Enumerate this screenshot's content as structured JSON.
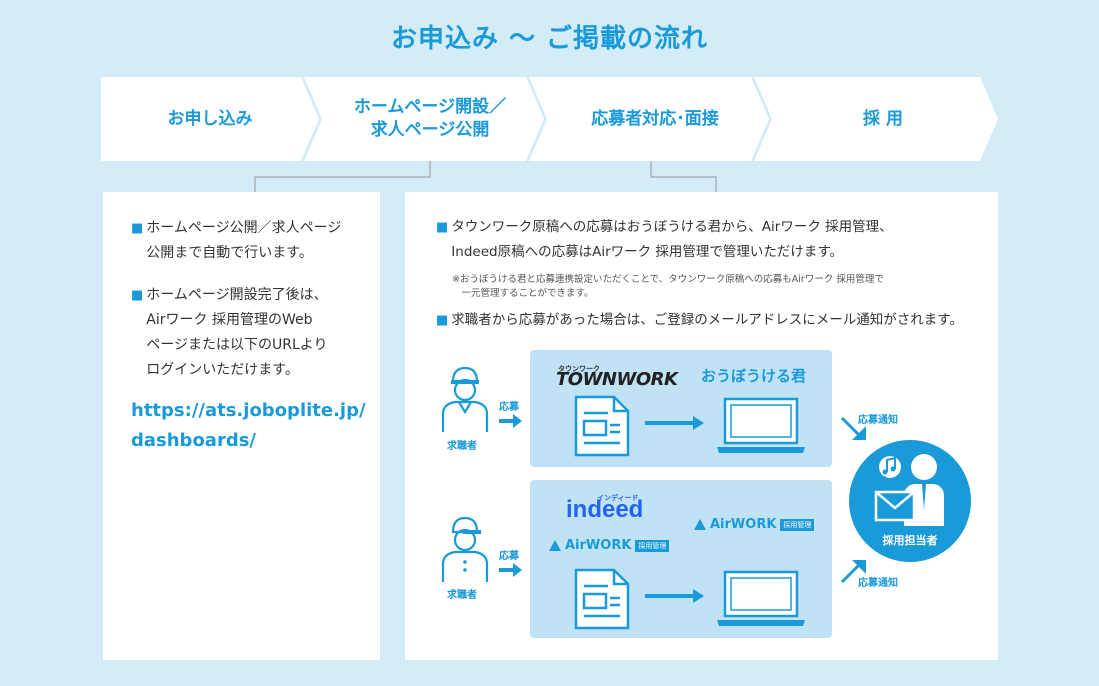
{
  "title": "お申込み 〜 ご掲載の流れ",
  "steps": [
    {
      "label": "お申し込み"
    },
    {
      "label": "ホームページ開設／\n求人ページ公開"
    },
    {
      "label": "応募者対応･面接"
    },
    {
      "label": "採 用"
    }
  ],
  "left_panel": {
    "bullet1": "ホームページ公開／求人ページ\n公開まで自動で行います。",
    "bullet2": "ホームページ開設完了後は、\nAirワーク 採用管理のWeb\nページまたは以下のURLより\nログインいただけます。",
    "url": "https://ats.joboplite.jp/\ndashboards/"
  },
  "right_panel": {
    "bullet1": "タウンワーク原稿への応募はおうぼうける君から、Airワーク 採用管理、\nIndeed原稿への応募はAirワーク 採用管理で管理いただけます。",
    "note": "※おうぼうける君と応募連携設定いただくことで、タウンワーク原稿への応募もAirワーク 採用管理で\n　一元管理することができます。",
    "bullet2": "求職者から応募があった場合は、ご登録のメールアドレスにメール通知がされます。"
  },
  "flow": {
    "bullet_mark": "■",
    "applicant_label": "求職者",
    "apply_label": "応募",
    "townwork_kana": "タウンワーク",
    "townwork_logo": "TOWNWORK",
    "oubo_label": "おうぼうける君",
    "indeed_kana": "インディード",
    "indeed_logo": "indeed",
    "airwork_logo": "AirWORK",
    "airwork_badge": "採用管理",
    "notify_label": "応募通知",
    "recruiter_label": "採用担当者"
  },
  "colors": {
    "accent": "#1a9ad9",
    "background": "#d4ebf8",
    "subpanel": "#bfe2f5"
  },
  "icons": [
    "person-icon",
    "document-icon",
    "laptop-icon",
    "arrow-right-icon",
    "mail-icon",
    "music-note-icon"
  ]
}
